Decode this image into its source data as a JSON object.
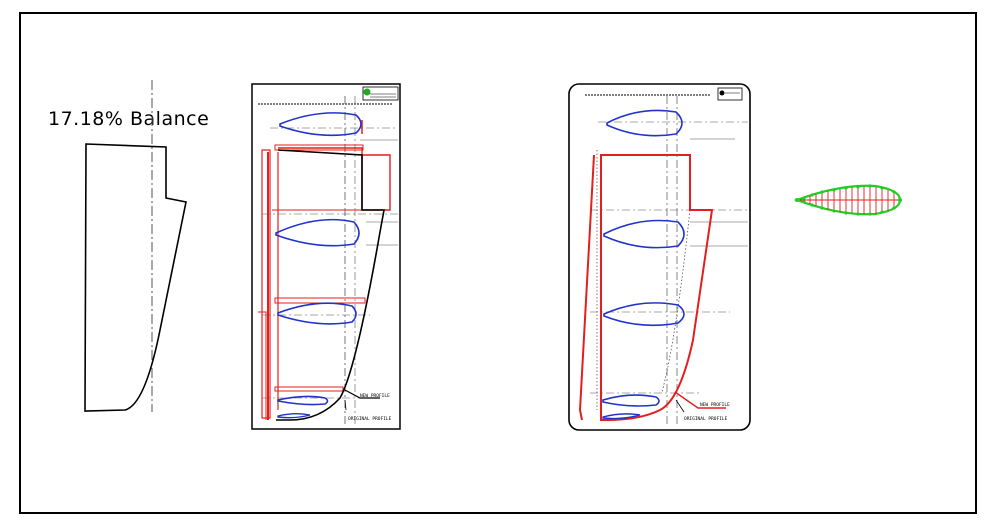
{
  "title": "17.18% Balance",
  "labels": {
    "new_profile": "NEW PROFILE",
    "original_profile": "ORIGINAL PROFILE"
  },
  "colors": {
    "outline": "#000000",
    "rudder_red": "#e41e1e",
    "foil_blue": "#2233cc",
    "section_green": "#22cc22",
    "centerline": "#555555"
  }
}
